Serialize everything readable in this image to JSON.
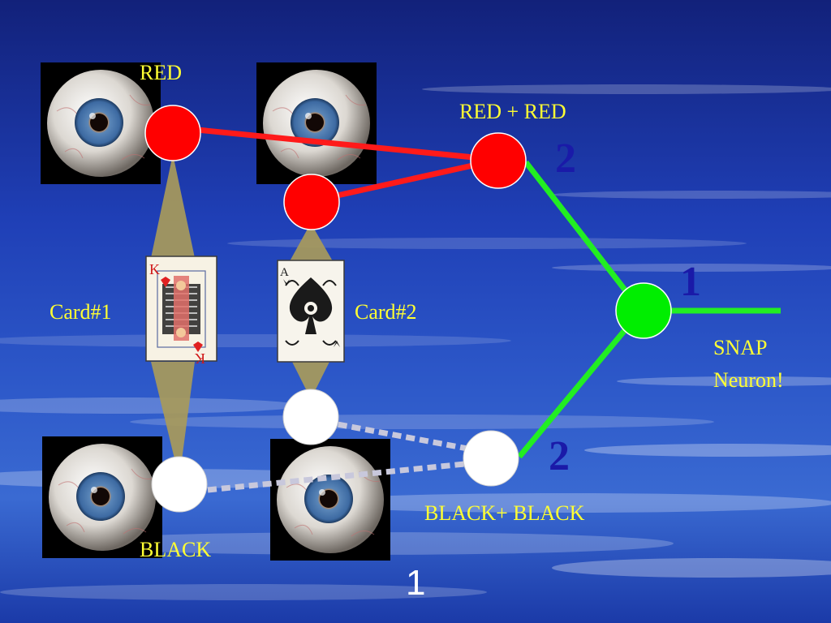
{
  "labels": {
    "red": "RED",
    "red_red": "RED + RED",
    "card1": "Card#1",
    "card2": "Card#2",
    "snap_line1": "SNAP",
    "snap_line2": "Neuron!",
    "black": "BLACK",
    "black_black": "BLACK+ BLACK"
  },
  "weights": {
    "top": "2",
    "middle": "1",
    "bottom": "2"
  },
  "slide_number": "1",
  "cards": {
    "card1_rank": "K",
    "card2_rank": "A"
  },
  "colors": {
    "red_node": "#ff0000",
    "green_node": "#00ee00",
    "white_node": "#ffffff",
    "red_link": "#ff1a1a",
    "green_link": "#22ee22",
    "dotted_link": "#c8c8dc",
    "cone": "#a89a5a",
    "label": "#ffff33",
    "weight": "#1a1aa8",
    "background": "#1c3fb0"
  },
  "icons": [
    "eyeball-icon",
    "king-of-hearts-card",
    "ace-of-spades-card"
  ]
}
